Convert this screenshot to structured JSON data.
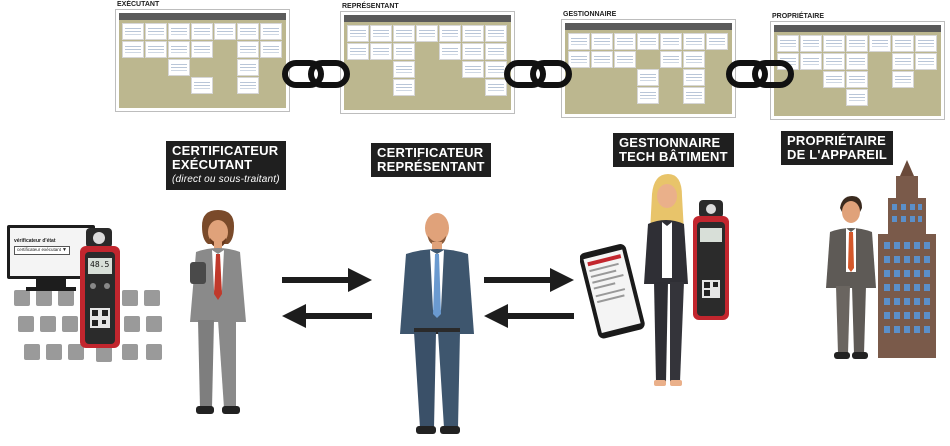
{
  "boards": [
    {
      "label": "EXÉCUTANT"
    },
    {
      "label": "REPRÉSENTANT"
    },
    {
      "label": "GESTIONNAIRE"
    },
    {
      "label": "PROPRIÉTAIRE"
    }
  ],
  "roles": [
    {
      "line1": "CERTIFICATEUR",
      "line2": "EXÉCUTANT",
      "sub": "(direct ou sous-traitant)"
    },
    {
      "line1": "CERTIFICATEUR",
      "line2": "REPRÉSENTANT"
    },
    {
      "line1": "GESTIONNAIRE",
      "line2": "TECH BÂTIMENT"
    },
    {
      "line1": "PROPRIÉTAIRE",
      "line2": "DE L'APPAREIL"
    }
  ],
  "monitor": {
    "line1": "vérificateur d'état",
    "line2": "certificateur exécutant"
  },
  "meter": {
    "reading": "48.5"
  },
  "colors": {
    "dark": "#1f1f1f",
    "suit_gray": "#8a8a8a",
    "suit_blue": "#3e566e",
    "board_bg": "#bcb78f",
    "meter_red": "#c2262e",
    "building": "#7a5a4a"
  }
}
